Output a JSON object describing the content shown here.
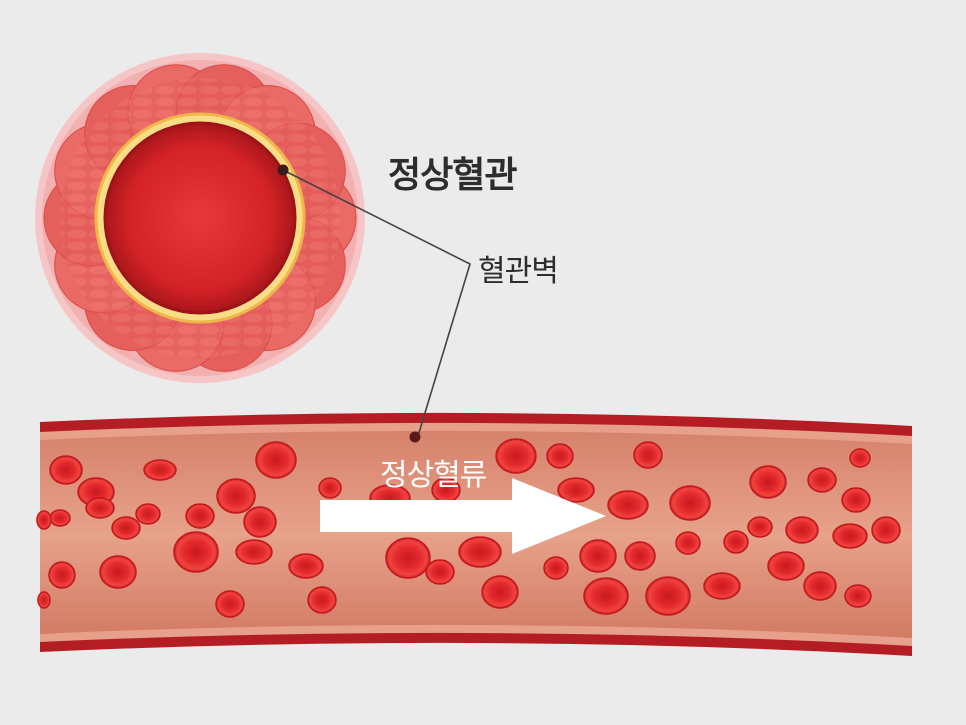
{
  "diagram": {
    "title": "정상혈관",
    "wall_label": "혈관벽",
    "flow_label": "정상혈류",
    "colors": {
      "background": "#ebebeb",
      "vessel_outer": "#b51d24",
      "vessel_inner": "#e0907a",
      "blood_cell": "#e8242a",
      "cell_center": "#c41b20",
      "intima": "#f3c85e",
      "lumen": "#d8262b",
      "arrow": "#ffffff",
      "leader_line": "#444444"
    },
    "icons": [
      "vessel-cross-section",
      "blood-vessel-longitudinal",
      "red-blood-cell",
      "flow-arrow"
    ]
  }
}
